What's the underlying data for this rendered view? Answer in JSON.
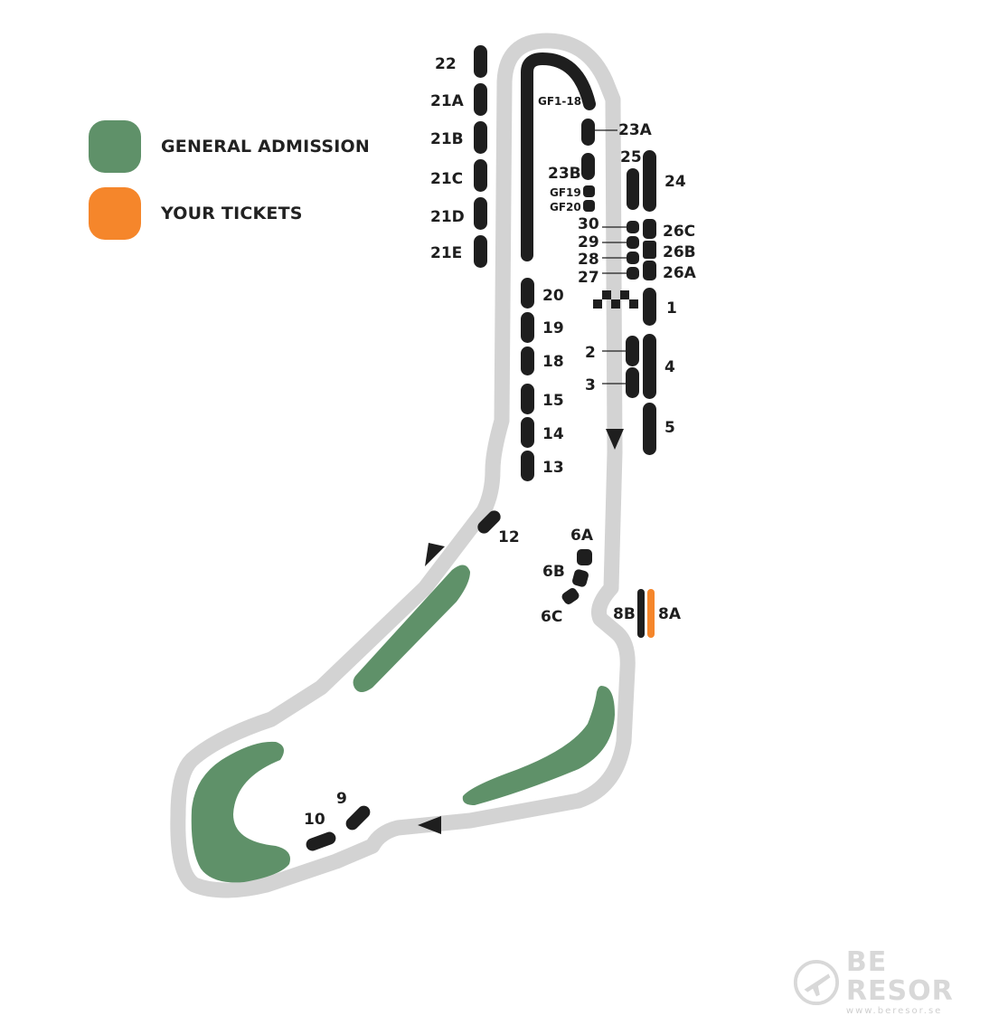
{
  "legend": {
    "general_admission": {
      "label": "GENERAL ADMISSION",
      "color": "#5f9169"
    },
    "your_tickets": {
      "label": "YOUR TICKETS",
      "color": "#f5862b"
    }
  },
  "colors": {
    "track": "#d3d3d3",
    "stand": "#1e1e1e",
    "ticket": "#f5862b",
    "ga": "#5f9169"
  },
  "stands": {
    "s22": "22",
    "s21A": "21A",
    "s21B": "21B",
    "s21C": "21C",
    "s21D": "21D",
    "s21E": "21E",
    "gf118": "GF1-18",
    "s23A": "23A",
    "s23B": "23B",
    "gf19": "GF19",
    "gf20": "GF20",
    "s25": "25",
    "s24": "24",
    "s30": "30",
    "s29": "29",
    "s28": "28",
    "s27": "27",
    "s26C": "26C",
    "s26B": "26B",
    "s26A": "26A",
    "s1": "1",
    "s20": "20",
    "s19": "19",
    "s18": "18",
    "s15": "15",
    "s14": "14",
    "s13": "13",
    "s2": "2",
    "s3": "3",
    "s4": "4",
    "s5": "5",
    "s12": "12",
    "s6A": "6A",
    "s6B": "6B",
    "s6C": "6C",
    "s8B": "8B",
    "s8A": "8A",
    "s9": "9",
    "s10": "10"
  },
  "logo": {
    "name": "BE RESOR",
    "url": "www.beresor.se"
  }
}
